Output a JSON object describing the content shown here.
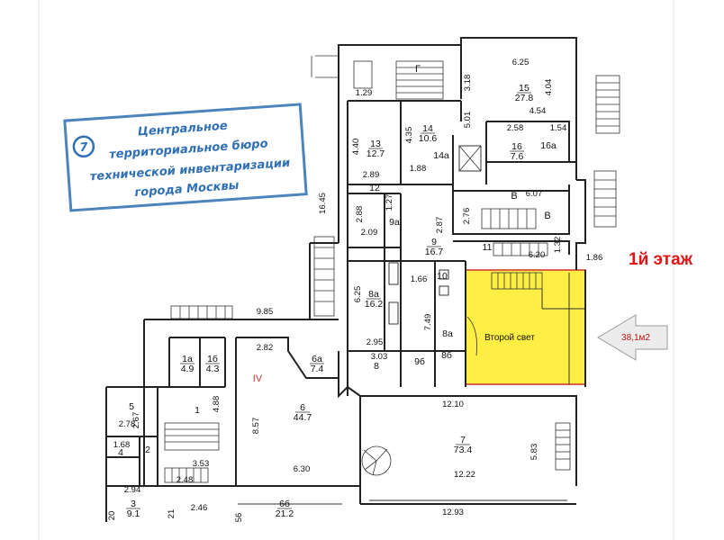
{
  "floor_label": "1й этаж",
  "stamp": {
    "number": "7",
    "lines": [
      "Центральное",
      "территориальное бюро",
      "технической инвентаризации",
      "города Москвы"
    ]
  },
  "highlight": {
    "label": "Второй свет",
    "area": "38,1м2",
    "fill": "#ffee44",
    "border": "#d03030"
  },
  "rooms": [
    {
      "num": "15",
      "area": "27.8"
    },
    {
      "num": "14",
      "area": "10.6"
    },
    {
      "num": "13",
      "area": "12.7"
    },
    {
      "num": "16",
      "area": "7.6"
    },
    {
      "num": "14а",
      "area": ""
    },
    {
      "num": "16а",
      "area": ""
    },
    {
      "num": "12",
      "area": ""
    },
    {
      "num": "9а",
      "area": ""
    },
    {
      "num": "9",
      "area": "16.7"
    },
    {
      "num": "11",
      "area": ""
    },
    {
      "num": "8а",
      "area": "16.2"
    },
    {
      "num": "1а",
      "area": "4.9"
    },
    {
      "num": "1б",
      "area": "4.3"
    },
    {
      "num": "6а",
      "area": "7.4"
    },
    {
      "num": "6",
      "area": "44.7"
    },
    {
      "num": "5",
      "area": ""
    },
    {
      "num": "1",
      "area": ""
    },
    {
      "num": "4",
      "area": ""
    },
    {
      "num": "2",
      "area": ""
    },
    {
      "num": "3",
      "area": "9.1"
    },
    {
      "num": "7",
      "area": "73.4"
    },
    {
      "num": "6б",
      "area": "21.2"
    },
    {
      "num": "8",
      "area": ""
    },
    {
      "num": "9б",
      "area": ""
    },
    {
      "num": "8б",
      "area": ""
    },
    {
      "num": "10",
      "area": ""
    },
    {
      "num": "8а",
      "area": ""
    }
  ],
  "letters": [
    "Г",
    "В",
    "В",
    "IV"
  ],
  "dimensions": [
    "6.25",
    "3.18",
    "4.04",
    "1.29",
    "5.01",
    "4.54",
    "4.35",
    "2.58",
    "1.54",
    "4.40",
    "2.89",
    "1.88",
    "6.07",
    "16.45",
    "1.27",
    "2.88",
    "2.76",
    "2.87",
    "2.09",
    "1.32",
    "6.20",
    "1.86",
    "6.25",
    "1.66",
    "7.49",
    "9.85",
    "2.95",
    "2.82",
    "3.03",
    "12.10",
    "2.67",
    "4.88",
    "8.57",
    "2.78",
    "1.68",
    "5.83",
    "3.53",
    "6.30",
    "2.48",
    "12.22",
    "2.94",
    "2.46",
    "12.93",
    "20",
    "21",
    "56"
  ]
}
